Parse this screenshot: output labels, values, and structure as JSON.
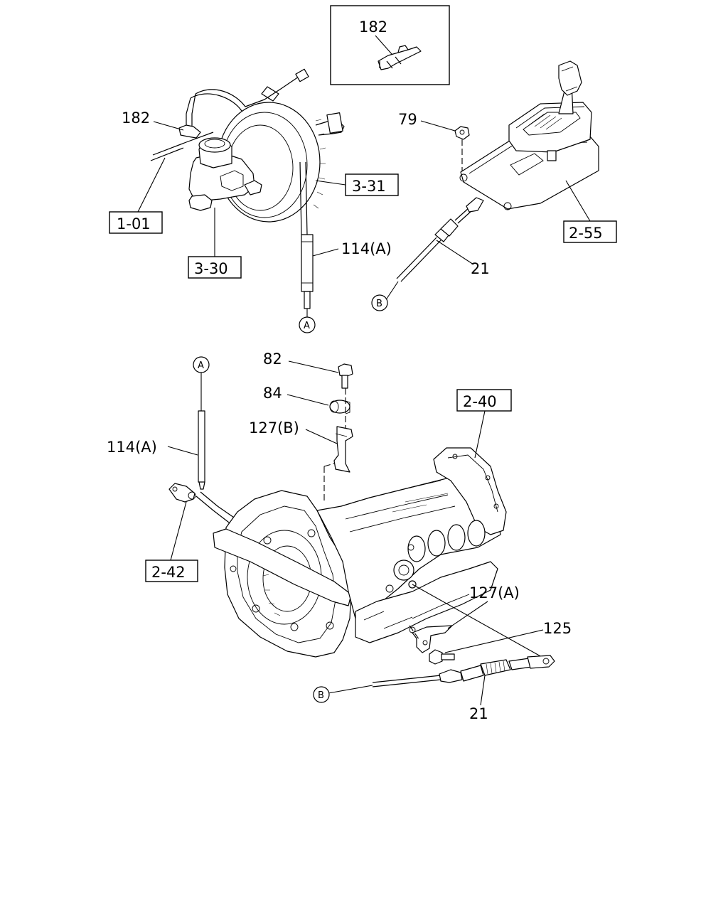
{
  "callouts": {
    "c182_inset": "182",
    "c182": "182",
    "c1_01": "1-01",
    "c3_31": "3-31",
    "c3_30": "3-30",
    "c114a_top": "114(A)",
    "c79": "79",
    "c2_55": "2-55",
    "c21_top": "21",
    "c82": "82",
    "c84": "84",
    "c127b": "127(B)",
    "c2_40": "2-40",
    "c114a_bottom": "114(A)",
    "c2_42": "2-42",
    "c127a": "127(A)",
    "c125": "125",
    "c21_bottom": "21"
  },
  "connectors": {
    "a_top": "A",
    "a_bottom": "A",
    "b_top": "B",
    "b_bottom": "B"
  }
}
